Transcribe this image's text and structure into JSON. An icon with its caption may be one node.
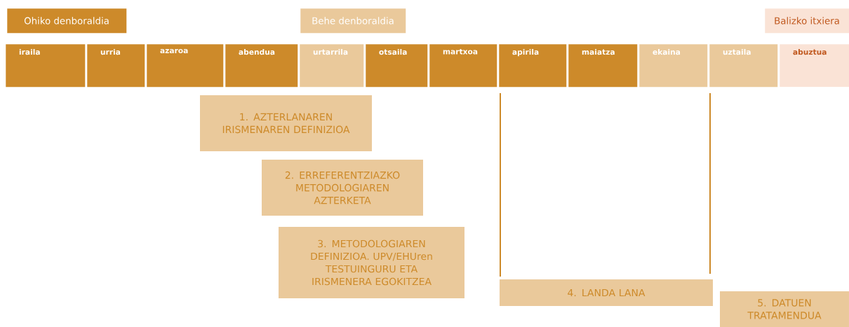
{
  "diagram": {
    "nodes": [
      {
        "text": [
          "iraila"
        ]
      },
      {
        "text": [
          "urria"
        ]
      },
      {
        "text": [
          "azaroa"
        ]
      },
      {
        "text": [
          "abendua"
        ]
      },
      {
        "text": [
          "urtarrila"
        ]
      },
      {
        "text": [
          "otsaila"
        ]
      },
      {
        "text": [
          "martxoa"
        ]
      },
      {
        "text": [
          "apirila"
        ]
      },
      {
        "text": [
          "maiatza"
        ]
      },
      {
        "text": [
          "ekaina"
        ]
      },
      {
        "text": [
          "uztaila"
        ]
      },
      {
        "text": [
          "abuztua"
        ]
      },
      {
        "text": [
          "1. AZTERLANAREN IRISMENAREN DEFINIZIOA"
        ]
      },
      {
        "text": [
          "2. ERREFERENTZIAZKO METODOLOGIAREN AZTERKETA"
        ]
      },
      {
        "text": [
          "3. METODOLOGIAREN DEFINIZIOA. UPV/EHUren TESTUINGURU ETA IRISMENERA EGOKITZEA"
        ]
      },
      {
        "text": [
          "4. LANDA LANA"
        ]
      },
      {
        "text": [
          "5. DATUEN TRATAMENDUA"
        ]
      }
    ],
    "legend": [
      {
        "text": "Ohiko denboraldia",
        "color": "#cd8a2a"
      },
      {
        "text": "Behe denboraldia",
        "color": "#eac99b"
      },
      {
        "text": "Balizko itxiera",
        "color": "#fae3d6"
      }
    ]
  }
}
